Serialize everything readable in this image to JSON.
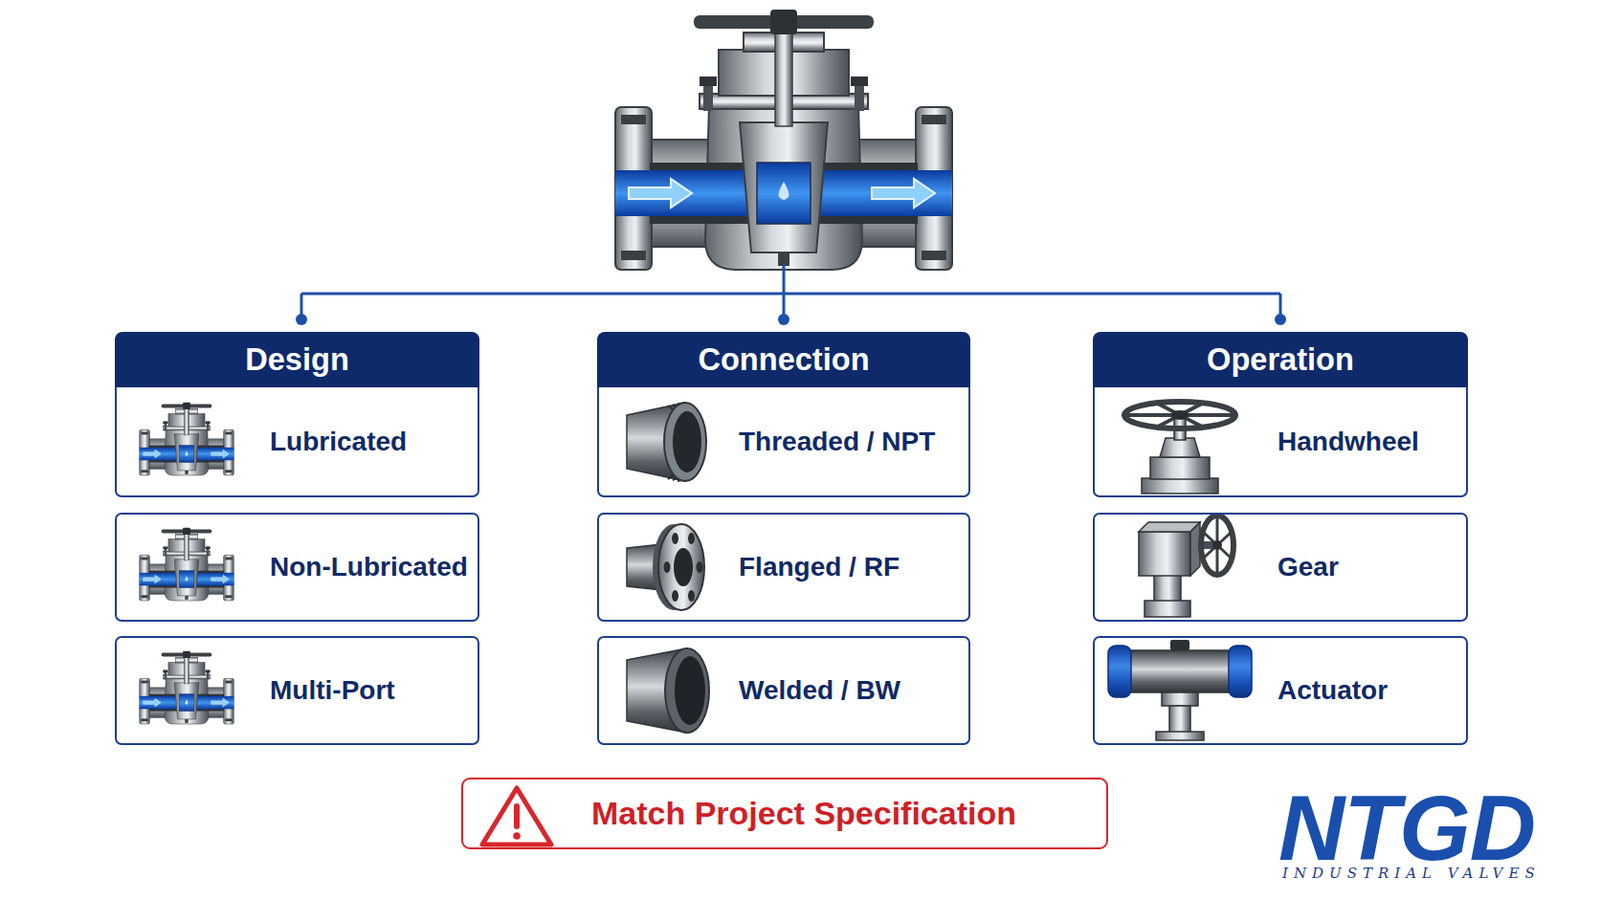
{
  "diagram": {
    "nodes": [
      {
        "text": [
          "Design"
        ]
      },
      {
        "text": [
          "Lubricated"
        ],
        "in": 0
      },
      {
        "text": [
          "Non-Lubricated"
        ],
        "in": 0
      },
      {
        "text": [
          "Multi-Port"
        ],
        "in": 0
      },
      {
        "text": [
          "Connection"
        ]
      },
      {
        "text": [
          "Threaded / NPT"
        ],
        "in": 4
      },
      {
        "text": [
          "Flanged / RF"
        ],
        "in": 4
      },
      {
        "text": [
          "Welded / BW"
        ],
        "in": 4
      },
      {
        "text": [
          "Operation"
        ]
      },
      {
        "text": [
          "Handwheel"
        ],
        "in": 8
      },
      {
        "text": [
          "Gear"
        ],
        "in": 8
      },
      {
        "text": [
          "Actuator"
        ],
        "in": 8
      },
      {
        "text": [
          "Match Project Specification"
        ]
      }
    ],
    "labels": [
      "NTGD",
      "INDUSTRIAL VALVES"
    ]
  }
}
